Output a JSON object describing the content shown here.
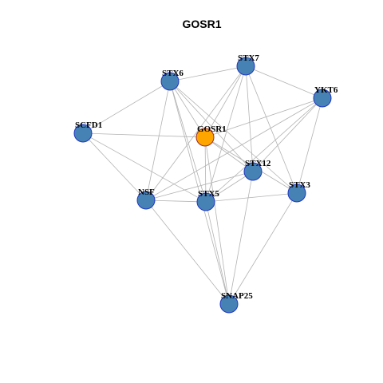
{
  "title": "GOSR1",
  "colors": {
    "node_fill": "#4682b4",
    "node_border": "#1f35c4",
    "center_fill": "#ffa500",
    "center_border": "#9a2b2b",
    "edge": "#b3b3b3"
  },
  "nodes": [
    {
      "id": "GOSR1",
      "label": "GOSR1",
      "center": true
    },
    {
      "id": "STX7",
      "label": "STX7"
    },
    {
      "id": "STX6",
      "label": "STX6"
    },
    {
      "id": "YKT6",
      "label": "YKT6"
    },
    {
      "id": "SCFD1",
      "label": "SCFD1"
    },
    {
      "id": "STX12",
      "label": "STX12"
    },
    {
      "id": "NSF",
      "label": "NSF"
    },
    {
      "id": "STX5",
      "label": "STX5"
    },
    {
      "id": "STX3",
      "label": "STX3"
    },
    {
      "id": "SNAP25",
      "label": "SNAP25"
    }
  ],
  "edges": [
    [
      "STX6",
      "STX7"
    ],
    [
      "STX7",
      "YKT6"
    ],
    [
      "STX6",
      "SCFD1"
    ],
    [
      "STX6",
      "GOSR1"
    ],
    [
      "STX6",
      "STX12"
    ],
    [
      "STX6",
      "STX5"
    ],
    [
      "STX6",
      "STX3"
    ],
    [
      "STX6",
      "NSF"
    ],
    [
      "STX6",
      "SNAP25"
    ],
    [
      "STX7",
      "GOSR1"
    ],
    [
      "STX7",
      "STX12"
    ],
    [
      "STX7",
      "STX3"
    ],
    [
      "STX7",
      "NSF"
    ],
    [
      "STX7",
      "STX5"
    ],
    [
      "YKT6",
      "GOSR1"
    ],
    [
      "YKT6",
      "STX12"
    ],
    [
      "YKT6",
      "STX5"
    ],
    [
      "YKT6",
      "STX3"
    ],
    [
      "YKT6",
      "NSF"
    ],
    [
      "SCFD1",
      "GOSR1"
    ],
    [
      "SCFD1",
      "NSF"
    ],
    [
      "SCFD1",
      "STX5"
    ],
    [
      "GOSR1",
      "STX5"
    ],
    [
      "GOSR1",
      "STX12"
    ],
    [
      "GOSR1",
      "STX3"
    ],
    [
      "GOSR1",
      "SNAP25"
    ],
    [
      "STX12",
      "NSF"
    ],
    [
      "STX12",
      "STX5"
    ],
    [
      "STX12",
      "SNAP25"
    ],
    [
      "NSF",
      "STX5"
    ],
    [
      "NSF",
      "SNAP25"
    ],
    [
      "STX5",
      "STX3"
    ],
    [
      "STX5",
      "SNAP25"
    ],
    [
      "STX3",
      "SNAP25"
    ]
  ]
}
